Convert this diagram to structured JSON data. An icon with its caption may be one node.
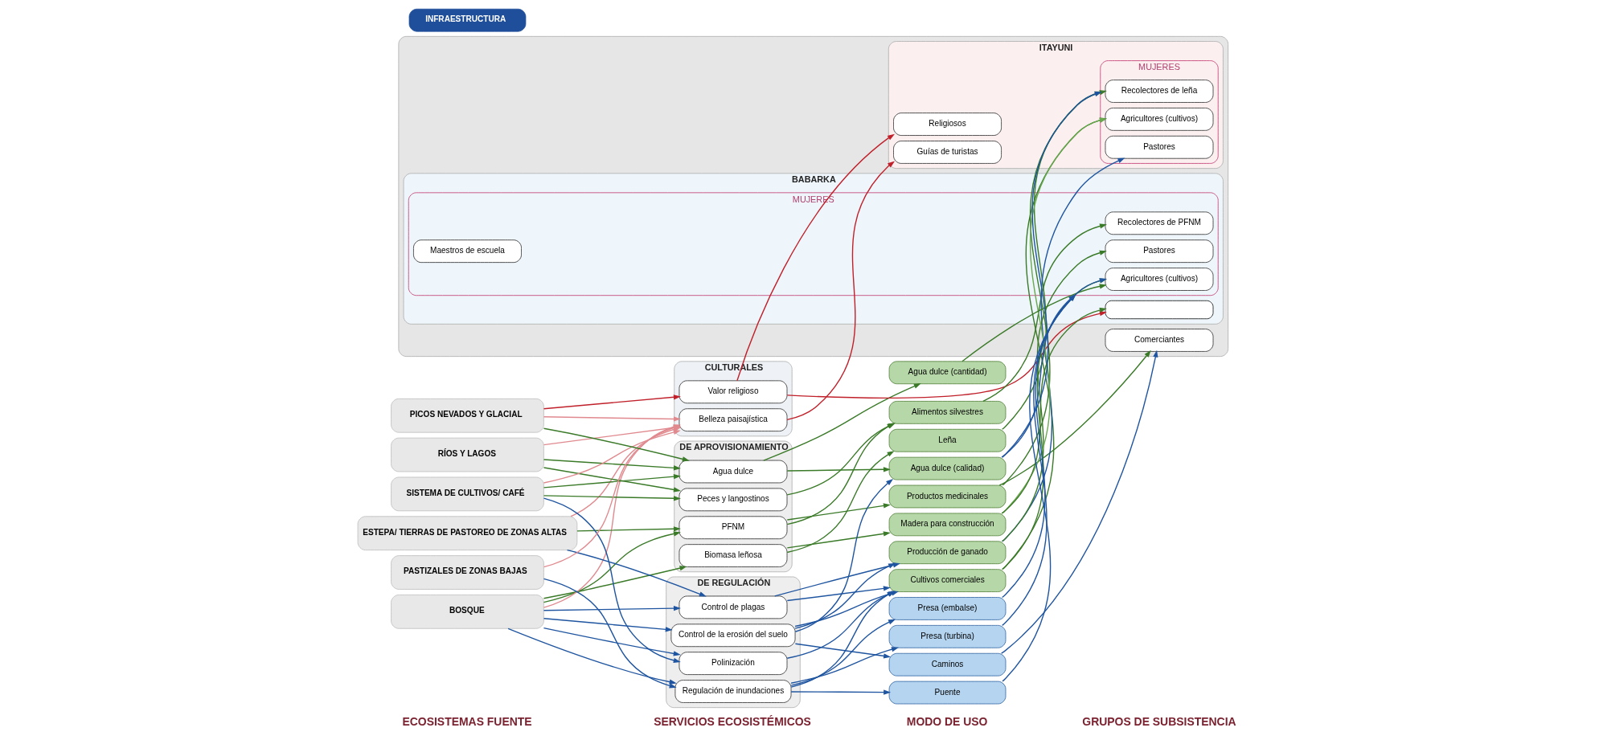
{
  "diagram": {
    "nodes": [
      {
        "text": [
          "BOSQUE"
        ]
      },
      {
        "text": [
          "ESTEPA/ TIERRAS DE PASTOREO DE ZONAS ALTAS"
        ]
      },
      {
        "text": [
          "RÍOS Y LAGOS"
        ]
      },
      {
        "text": [
          "SISTEMA DE CULTIVOS/ CAFÉ"
        ]
      },
      {
        "text": [
          "PASTIZALES DE ZONAS BAJAS"
        ]
      },
      {
        "text": [
          "PICOS NEVADOS Y GLACIAL"
        ]
      },
      {
        "text": [
          "DE APROVISIONAMIENTO"
        ]
      },
      {
        "text": [
          "Biomasa leñosa"
        ],
        "in": 6
      },
      {
        "text": [
          "PFNM"
        ],
        "in": 6
      },
      {
        "text": [
          "Agua dulce"
        ],
        "in": 6
      },
      {
        "text": [
          "Peces y langostinos"
        ],
        "in": 6
      },
      {
        "text": [
          "DE REGULACIÓN"
        ]
      },
      {
        "text": [
          "Control de plagas"
        ],
        "in": 11
      },
      {
        "text": [
          "Polinización"
        ],
        "in": 11
      },
      {
        "text": [
          "Control de la erosión del suelo"
        ],
        "in": 11
      },
      {
        "text": [
          "Regulación de inundaciones"
        ],
        "in": 11
      },
      {
        "text": [
          "CULTURALES"
        ]
      },
      {
        "text": [
          "Valor religioso"
        ],
        "in": 16
      },
      {
        "text": [
          "Belleza paisajística"
        ],
        "in": 16
      },
      {
        "text": [
          "Alimentos silvestres"
        ]
      },
      {
        "text": [
          "Leña"
        ]
      },
      {
        "text": [
          "Productos medicinales"
        ]
      },
      {
        "text": [
          "Cultivos comerciales"
        ]
      },
      {
        "text": [
          "Producción de ganado"
        ]
      },
      {
        "text": [
          "Madera para construcción"
        ]
      },
      {
        "text": [
          "Agua dulce (cantidad)"
        ]
      },
      {
        "text": [
          "Agua dulce (calidad)"
        ]
      },
      {
        "text": [
          "INFRAESTRUCTURA"
        ]
      },
      {
        "text": [
          "Caminos"
        ]
      },
      {
        "text": [
          "Presa (embalse)"
        ]
      },
      {
        "text": [
          "Presa (turbina)"
        ]
      },
      {
        "text": [
          "Puente"
        ]
      },
      {
        "text": [],
        "shape": "box"
      },
      {
        "text": [
          "ITAYUNI"
        ],
        "in": 32
      },
      {
        "text": [
          "MUJERES"
        ],
        "in": 33
      },
      {
        "text": [
          "Recolectores de leña"
        ],
        "in": 34
      },
      {
        "text": [
          "Pastores"
        ],
        "in": 34
      },
      {
        "text": [
          "Agricultores (cultivos)"
        ],
        "in": 34
      },
      {
        "text": [
          "Guías de turistas"
        ],
        "in": 33
      },
      {
        "text": [
          "Religiosos"
        ],
        "in": 33
      },
      {
        "text": [
          "Comerciantes"
        ],
        "in": 32
      },
      {
        "text": [
          "BABARKA"
        ],
        "in": 32
      },
      {
        "text": [],
        "shape": "box",
        "in": 41
      },
      {
        "text": [
          "MUJERES"
        ],
        "in": 41
      },
      {
        "text": [
          "Agricultores (cultivos)"
        ],
        "in": 43
      },
      {
        "text": [
          "Pastores"
        ],
        "in": 43
      },
      {
        "text": [
          "Recolectores de PFNM"
        ],
        "in": 43
      },
      {
        "text": [
          "Maestros de escuela"
        ],
        "in": 43
      }
    ],
    "edges": [
      {
        "from": 0,
        "to": 7,
        "arrow": "to",
        "color": "#3a7a28"
      },
      {
        "from": 0,
        "to": 8,
        "arrow": "to",
        "color": "#3a7a28"
      },
      {
        "from": 0,
        "to": 12,
        "arrow": "to",
        "color": "#1f55a0"
      },
      {
        "from": 0,
        "to": 13,
        "arrow": "to",
        "color": "#1f55a0"
      },
      {
        "from": 0,
        "to": 14,
        "arrow": "to",
        "color": "#1f55a0"
      },
      {
        "from": 0,
        "to": 15,
        "arrow": "to",
        "color": "#1f55a0"
      },
      {
        "from": 0,
        "to": 18,
        "arrow": "to",
        "color": "#e08a8f"
      },
      {
        "from": 1,
        "to": 8,
        "arrow": "to",
        "color": "#3a7a28"
      },
      {
        "from": 1,
        "to": 12,
        "arrow": "to",
        "color": "#1f55a0"
      },
      {
        "from": 1,
        "to": 18,
        "arrow": "to",
        "color": "#e08a8f"
      },
      {
        "from": 2,
        "to": 9,
        "arrow": "to",
        "color": "#3a7a28"
      },
      {
        "from": 2,
        "to": 10,
        "arrow": "to",
        "color": "#3a7a28"
      },
      {
        "from": 2,
        "to": 18,
        "arrow": "to",
        "color": "#e08a8f"
      },
      {
        "from": 3,
        "to": 9,
        "arrow": "to",
        "color": "#3a7a28"
      },
      {
        "from": 3,
        "to": 10,
        "arrow": "to",
        "color": "#3a7a28"
      },
      {
        "from": 3,
        "to": 13,
        "arrow": "to",
        "color": "#1f55a0"
      },
      {
        "from": 3,
        "to": 18,
        "arrow": "to",
        "color": "#e08a8f"
      },
      {
        "from": 4,
        "to": 15,
        "arrow": "to",
        "color": "#1f55a0"
      },
      {
        "from": 4,
        "to": 18,
        "arrow": "to",
        "color": "#e08a8f"
      },
      {
        "from": 5,
        "to": 9,
        "arrow": "to",
        "color": "#3a7a28"
      },
      {
        "from": 5,
        "to": 17,
        "arrow": "to",
        "color": "#c0202a"
      },
      {
        "from": 5,
        "to": 18,
        "arrow": "to",
        "color": "#e08a8f"
      },
      {
        "from": 7,
        "to": 20,
        "arrow": "to",
        "color": "#3a7a28"
      },
      {
        "from": 7,
        "to": 24,
        "arrow": "to",
        "color": "#3a7a28"
      },
      {
        "from": 8,
        "to": 19,
        "arrow": "to",
        "color": "#3a7a28"
      },
      {
        "from": 8,
        "to": 21,
        "arrow": "to",
        "color": "#3a7a28"
      },
      {
        "from": 9,
        "to": 25,
        "arrow": "to",
        "color": "#3a7a28"
      },
      {
        "from": 9,
        "to": 26,
        "arrow": "to",
        "color": "#3a7a28"
      },
      {
        "from": 10,
        "to": 19,
        "arrow": "to",
        "color": "#3a7a28"
      },
      {
        "from": 12,
        "to": 22,
        "arrow": "to",
        "color": "#1f55a0"
      },
      {
        "from": 12,
        "to": 23,
        "arrow": "to",
        "color": "#1f55a0"
      },
      {
        "from": 13,
        "to": 22,
        "arrow": "to",
        "color": "#1f55a0"
      },
      {
        "from": 14,
        "to": 22,
        "arrow": "to",
        "color": "#1f55a0"
      },
      {
        "from": 14,
        "to": 23,
        "arrow": "to",
        "color": "#1f55a0"
      },
      {
        "from": 14,
        "to": 26,
        "arrow": "to",
        "color": "#1f55a0"
      },
      {
        "from": 14,
        "to": 28,
        "arrow": "to",
        "color": "#1f55a0"
      },
      {
        "from": 15,
        "to": 22,
        "arrow": "to",
        "color": "#1f55a0"
      },
      {
        "from": 15,
        "to": 29,
        "arrow": "to",
        "color": "#1f55a0"
      },
      {
        "from": 15,
        "to": 30,
        "arrow": "to",
        "color": "#1f55a0"
      },
      {
        "from": 15,
        "to": 31,
        "arrow": "to",
        "color": "#1f55a0"
      },
      {
        "from": 17,
        "to": 39,
        "arrow": "to",
        "color": "#c0202a"
      },
      {
        "from": 17,
        "to": 42,
        "arrow": "to",
        "color": "#c0202a"
      },
      {
        "from": 18,
        "to": 38,
        "arrow": "to",
        "color": "#c0202a"
      },
      {
        "from": 19,
        "to": 46,
        "arrow": "to",
        "color": "#3a7a28"
      },
      {
        "from": 20,
        "to": 35,
        "arrow": "to",
        "color": "#3a7a28"
      },
      {
        "from": 21,
        "to": 34,
        "arrow": "to",
        "color": "#3a7a28"
      },
      {
        "from": 21,
        "to": 40,
        "arrow": "to",
        "color": "#3a7a28"
      },
      {
        "from": 22,
        "to": 37,
        "arrow": "to",
        "color": "#3a7a28"
      },
      {
        "from": 22,
        "to": 44,
        "arrow": "to",
        "color": "#3a7a28"
      },
      {
        "from": 23,
        "to": 36,
        "arrow": "to",
        "color": "#1f55a0"
      },
      {
        "from": 23,
        "to": 45,
        "arrow": "to",
        "color": "#3a7a28"
      },
      {
        "from": 24,
        "to": 37,
        "arrow": "to",
        "color": "#6aa84f"
      },
      {
        "from": 24,
        "to": 42,
        "arrow": "to",
        "color": "#3a7a28"
      },
      {
        "from": 25,
        "to": 44,
        "arrow": "to",
        "color": "#3a7a28"
      },
      {
        "from": 26,
        "to": 34,
        "arrow": "to",
        "color": "#1f55a0"
      },
      {
        "from": 26,
        "to": 43,
        "arrow": "to",
        "color": "#1f55a0"
      },
      {
        "from": 28,
        "to": 40,
        "arrow": "to",
        "color": "#1f55a0"
      },
      {
        "from": 29,
        "to": 44,
        "arrow": "to",
        "color": "#1f55a0"
      },
      {
        "from": 30,
        "to": 43,
        "arrow": "to",
        "color": "#1f55a0"
      },
      {
        "from": 31,
        "to": 43,
        "arrow": "to",
        "color": "#1f55a0"
      }
    ],
    "labels": [
      "ECOSISTEMAS FUENTE",
      "SERVICIOS ECOSISTÉMICOS",
      "MODO DE USO",
      "GRUPOS DE SUBSISTENCIA"
    ]
  }
}
